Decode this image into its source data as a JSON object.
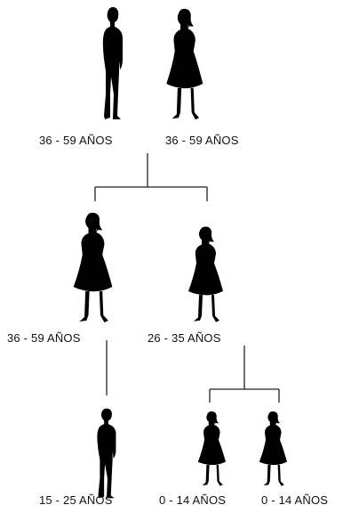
{
  "labels": {
    "top_man": "36 - 59 AÑOS",
    "top_woman": "36 - 59 AÑOS",
    "mid_woman_left": "36 - 59 AÑOS",
    "mid_woman_right": "26 - 35 AÑOS",
    "bottom_man": "15 - 25  AÑOS",
    "bottom_girl_left": "0 - 14 AÑOS",
    "bottom_girl_right": "0 - 14 AÑOS"
  }
}
